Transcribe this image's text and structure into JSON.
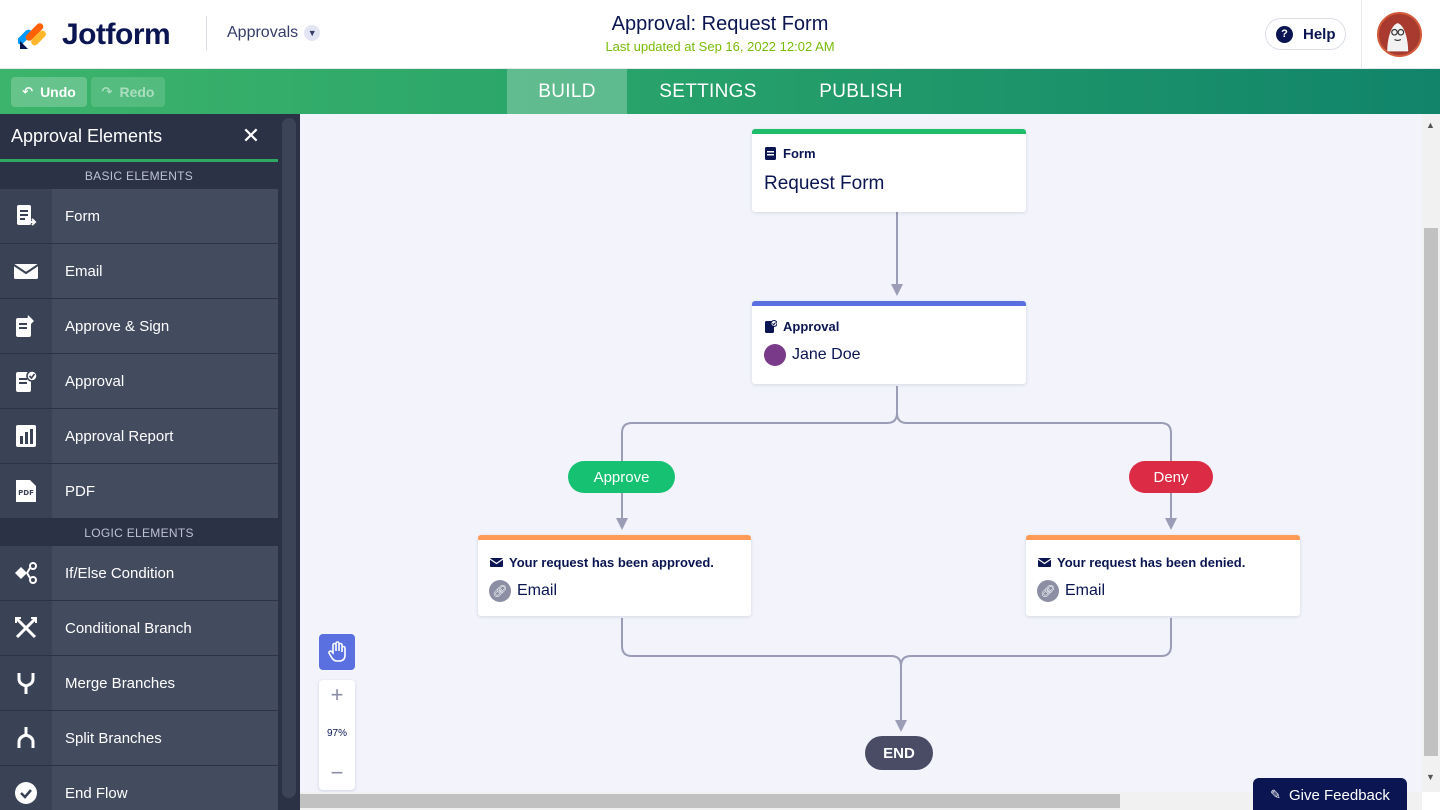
{
  "header": {
    "logo_text": "Jotform",
    "app_switch_label": "Approvals",
    "title": "Approval: Request Form",
    "subtitle": "Last updated at Sep 16, 2022 12:02 AM",
    "help_label": "Help"
  },
  "toolbar": {
    "undo_label": "Undo",
    "redo_label": "Redo",
    "tabs": [
      "BUILD",
      "SETTINGS",
      "PUBLISH"
    ],
    "active_tab": "BUILD"
  },
  "sidebar": {
    "title": "Approval Elements",
    "basic_section": "BASIC ELEMENTS",
    "basic_items": [
      {
        "label": "Form",
        "icon": "form-icon"
      },
      {
        "label": "Email",
        "icon": "envelope-icon"
      },
      {
        "label": "Approve & Sign",
        "icon": "approve-sign-icon"
      },
      {
        "label": "Approval",
        "icon": "approval-icon"
      },
      {
        "label": "Approval Report",
        "icon": "report-icon"
      },
      {
        "label": "PDF",
        "icon": "pdf-icon"
      }
    ],
    "logic_section": "LOGIC ELEMENTS",
    "logic_items": [
      {
        "label": "If/Else Condition",
        "icon": "condition-icon"
      },
      {
        "label": "Conditional Branch",
        "icon": "conditional-branch-icon"
      },
      {
        "label": "Merge Branches",
        "icon": "merge-icon"
      },
      {
        "label": "Split Branches",
        "icon": "split-icon"
      },
      {
        "label": "End Flow",
        "icon": "check-circle-icon"
      }
    ]
  },
  "flow": {
    "form_node": {
      "type_label": "Form",
      "name": "Request Form"
    },
    "approval_node": {
      "type_label": "Approval",
      "assignee": "Jane Doe"
    },
    "approve_label": "Approve",
    "deny_label": "Deny",
    "approved_email": {
      "subject": "Your request has been approved.",
      "type_label": "Email"
    },
    "denied_email": {
      "subject": "Your request has been denied.",
      "type_label": "Email"
    },
    "end_label": "END"
  },
  "colors": {
    "form_bar": "#1fbd6a",
    "approval_bar": "#5a6fe0",
    "email_bar": "#ff9a57",
    "approve_pill": "#16c172",
    "deny_pill": "#dc2b45"
  },
  "zoom": {
    "value": "97%",
    "plus": "+",
    "minus": "−"
  },
  "feedback_label": "Give Feedback"
}
